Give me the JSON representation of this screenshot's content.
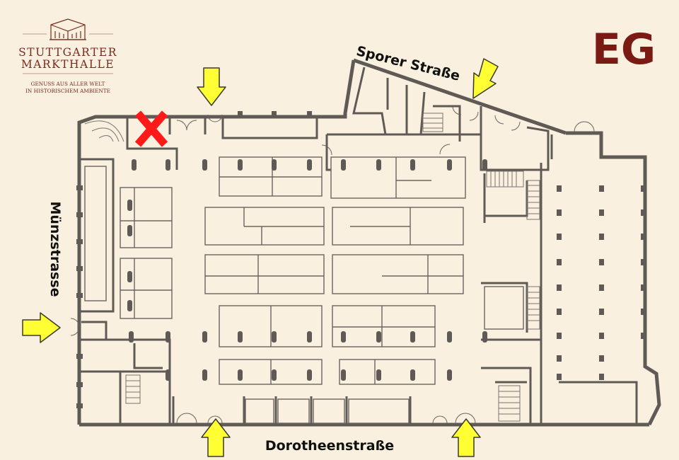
{
  "logo": {
    "name_line1": "STUTTGARTER",
    "name_line2": "MARKTHALLE",
    "tagline_line1": "GENUSS AUS ALLER WELT",
    "tagline_line2": "IN HISTORISCHEM AMBIENTE",
    "color": "#7a2a1e"
  },
  "level": {
    "label": "EG",
    "color": "#7a1a12"
  },
  "streets": {
    "top": "Sporer Straße",
    "left": "Münzstrasse",
    "bottom": "Dorotheenstraße"
  },
  "colors": {
    "background": "#f9f0df",
    "wall": "#5f5a56",
    "entrance_arrow": "#ffff33",
    "closed_marker": "#ff1a1a"
  },
  "icons": {
    "entrance": "arrow-icon",
    "closed_entrance": "x-mark-icon"
  }
}
